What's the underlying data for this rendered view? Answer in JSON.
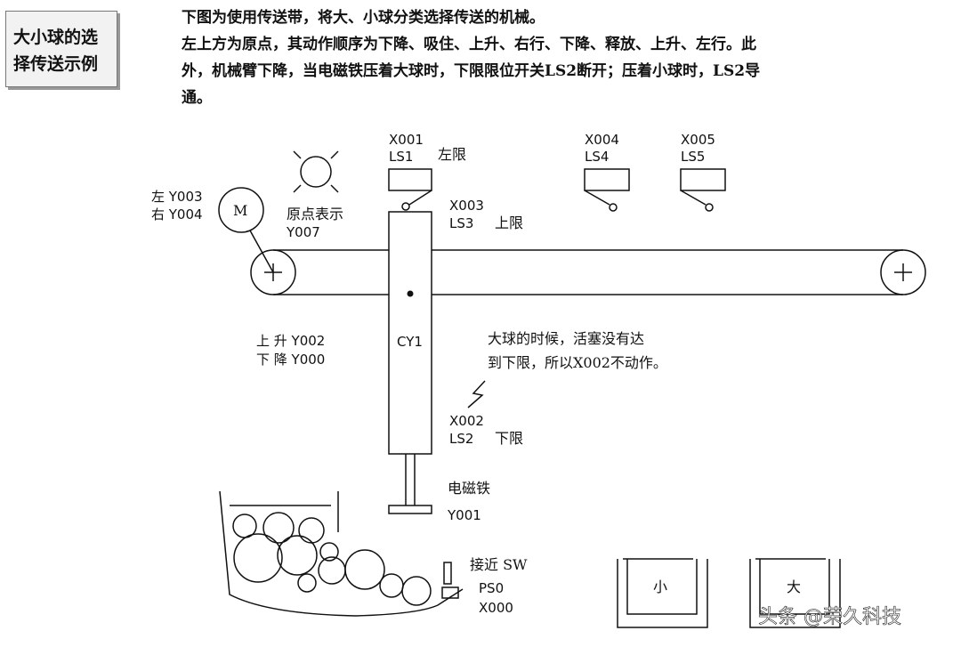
{
  "title": {
    "line1": "大小球的选",
    "line2": "择传送示例"
  },
  "description": [
    "下图为使用传送带，将大、小球分类选择传送的机械。",
    "左上方为原点，其动作顺序为下降、吸住、上升、右行、下降、释放、上升、左行。此",
    "外，机械臂下降，当电磁铁压着大球时，下限限位开关LS2断开；压着小球时，LS2导",
    "通。"
  ],
  "labels": {
    "x001": "X001",
    "ls1": "LS1",
    "left_limit": "左限",
    "x004": "X004",
    "ls4": "LS4",
    "x005": "X005",
    "ls5": "LS5",
    "x003": "X003",
    "ls3": "LS3",
    "upper_limit": "上限",
    "motor_left": "左 Y003",
    "motor_right": "右 Y004",
    "motor": "M",
    "origin": "原点表示",
    "y007": "Y007",
    "up": "上 升 Y002",
    "down": "下 降 Y000",
    "cylinder": "CY1",
    "note1": "大球的时候，活塞没有达",
    "note2": "到下限，所以X002不动作。",
    "x002": "X002",
    "ls2": "LS2",
    "lower_limit": "下限",
    "magnet": "电磁铁",
    "y001": "Y001",
    "proximity": "接近 SW",
    "ps0": "PS0",
    "x000": "X000",
    "small": "小",
    "big": "大"
  },
  "watermark": "头条 @荣久科技"
}
